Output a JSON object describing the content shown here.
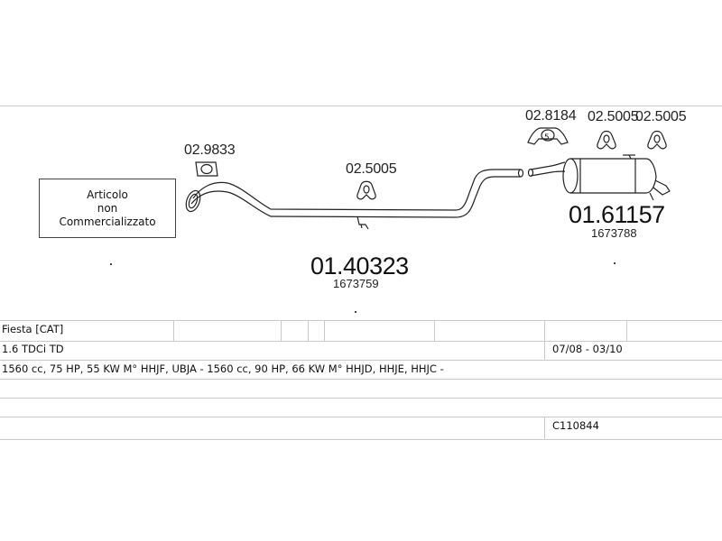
{
  "notice": {
    "line1": "Articolo",
    "line2": "non",
    "line3": "Commercializzato"
  },
  "parts": {
    "gasket_front": "02.9833",
    "hanger_middle": "02.5005",
    "hanger_rear_top": "02.8184",
    "hanger_rear_2": "02.5005",
    "hanger_rear_3": "02.5005",
    "middle_pipe_code": "01.40323",
    "middle_pipe_oe": "1673759",
    "rear_silencer_code": "01.61157",
    "rear_silencer_oe": "1673788"
  },
  "table": {
    "model": "Fiesta  [CAT]",
    "engine": "1.6 TDCi TD",
    "years": "07/08 - 03/10",
    "specs": "1560 cc, 75 HP, 55 KW M° HHJF, UBJA - 1560 cc, 90 HP, 66 KW M° HHJD, HHJE, HHJC -",
    "kit_code": "C110844"
  }
}
